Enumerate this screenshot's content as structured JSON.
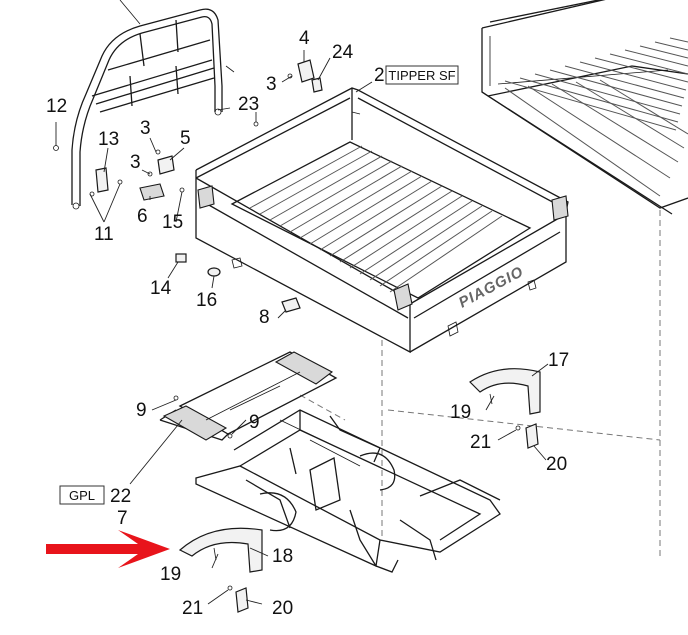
{
  "callouts": {
    "c2": "2",
    "c3a": "3",
    "c3b": "3",
    "c3c": "3",
    "c4": "4",
    "c5": "5",
    "c6": "6",
    "c7": "7",
    "c8": "8",
    "c9a": "9",
    "c9b": "9",
    "c11": "11",
    "c12": "12",
    "c13": "13",
    "c14": "14",
    "c15": "15",
    "c16": "16",
    "c17": "17",
    "c18": "18",
    "c19a": "19",
    "c19b": "19",
    "c20a": "20",
    "c20b": "20",
    "c21a": "21",
    "c21b": "21",
    "c22": "22",
    "c23": "23",
    "c24": "24"
  },
  "variant_labels": {
    "tipper": "TIPPER SF",
    "gpl": "GPL"
  },
  "brand_text": "PIAGGIO",
  "indicator": {
    "arrow_color": "#e8141b",
    "points_to": "18"
  },
  "colors": {
    "line": "#1a1a1a",
    "part_fill": "#f2f2f2",
    "shade_fill": "#d9d9d9"
  }
}
